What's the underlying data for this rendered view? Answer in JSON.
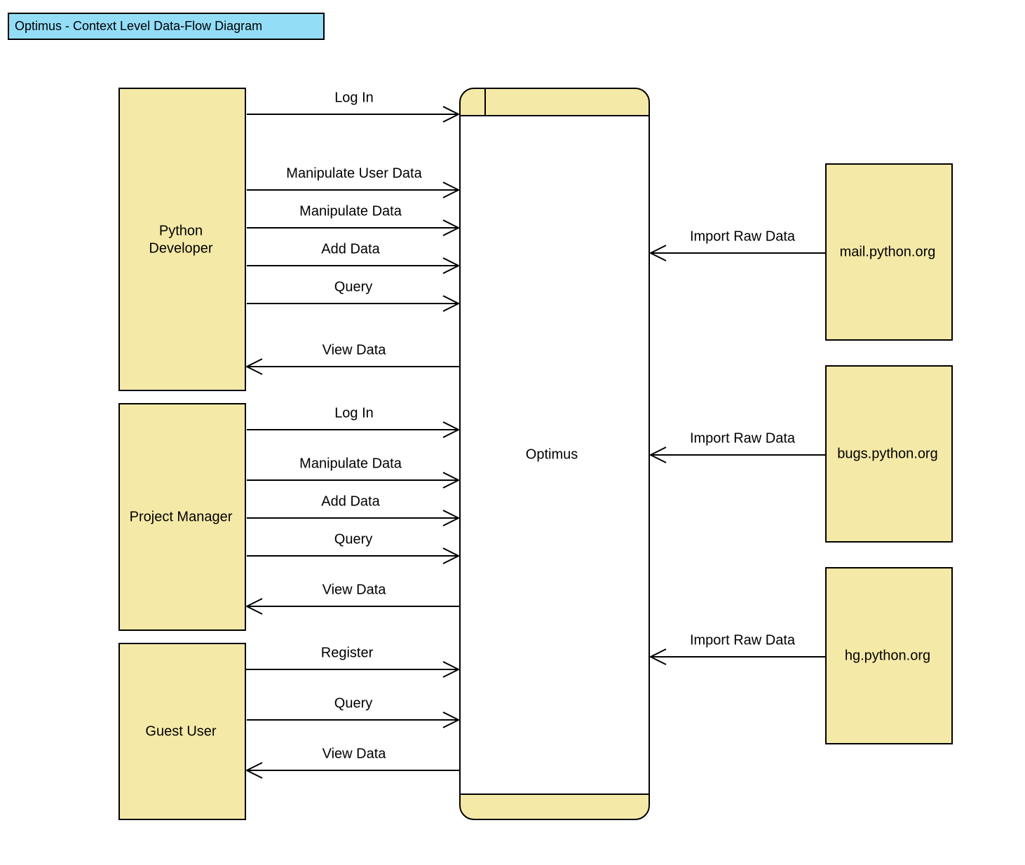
{
  "title": "Optimus - Context Level Data-Flow Diagram",
  "colors": {
    "title_fill": "#94ddf7",
    "entity_fill": "#f5e9a8",
    "line": "#000000"
  },
  "process": {
    "label": "Optimus"
  },
  "entities": {
    "python_developer": {
      "lines": [
        "Python",
        "Developer"
      ]
    },
    "project_manager": {
      "lines": [
        "Project Manager"
      ]
    },
    "guest_user": {
      "lines": [
        "Guest User"
      ]
    },
    "mail": {
      "lines": [
        "mail.python.org"
      ]
    },
    "bugs": {
      "lines": [
        "bugs.python.org"
      ]
    },
    "hg": {
      "lines": [
        "hg.python.org"
      ]
    }
  },
  "flows": {
    "python_developer": [
      {
        "label": "Log In",
        "direction": "to-process"
      },
      {
        "label": "Manipulate User Data",
        "direction": "to-process"
      },
      {
        "label": "Manipulate Data",
        "direction": "to-process"
      },
      {
        "label": "Add Data",
        "direction": "to-process"
      },
      {
        "label": "Query",
        "direction": "to-process"
      },
      {
        "label": "View Data",
        "direction": "to-entity"
      }
    ],
    "project_manager": [
      {
        "label": "Log In",
        "direction": "to-process"
      },
      {
        "label": "Manipulate Data",
        "direction": "to-process"
      },
      {
        "label": "Add Data",
        "direction": "to-process"
      },
      {
        "label": "Query",
        "direction": "to-process"
      },
      {
        "label": "View Data",
        "direction": "to-entity"
      }
    ],
    "guest_user": [
      {
        "label": "Register",
        "direction": "to-process"
      },
      {
        "label": "Query",
        "direction": "to-process"
      },
      {
        "label": "View Data",
        "direction": "to-entity"
      }
    ],
    "sources": [
      {
        "label": "Import Raw Data",
        "from": "mail"
      },
      {
        "label": "Import Raw Data",
        "from": "bugs"
      },
      {
        "label": "Import Raw Data",
        "from": "hg"
      }
    ]
  }
}
